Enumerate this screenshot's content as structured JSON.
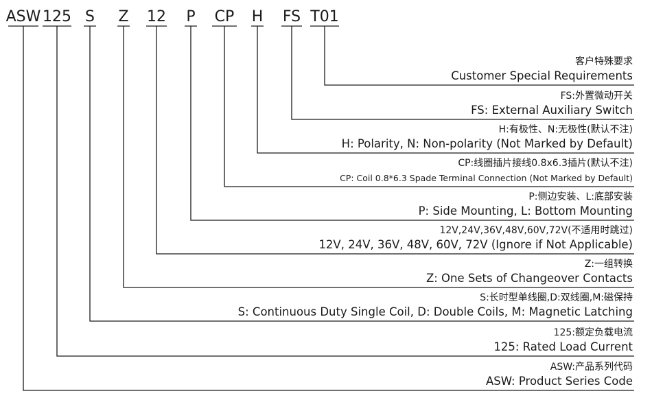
{
  "codes": [
    {
      "code": "ASW",
      "cn": "ASW:产品系列代码",
      "en": "ASW: Product Series Code"
    },
    {
      "code": "125",
      "cn": "125:额定负载电流",
      "en": "125: Rated Load Current"
    },
    {
      "code": "S",
      "cn": "S:长时型单线圈,D:双线圈,M:磁保持",
      "en": "S: Continuous Duty Single Coil, D: Double Coils, M: Magnetic Latching"
    },
    {
      "code": "Z",
      "cn": "Z:一组转换",
      "en": "Z: One Sets of Changeover Contacts"
    },
    {
      "code": "12",
      "cn": "12V,24V,36V,48V,60V,72V(不适用时跳过)",
      "en": "12V, 24V, 36V, 48V, 60V, 72V (Ignore if Not Applicable)"
    },
    {
      "code": "P",
      "cn": "P:侧边安装、L:底部安装",
      "en": "P: Side Mounting, L: Bottom Mounting"
    },
    {
      "code": "CP",
      "cn": "CP:线圈插片接线0.8x6.3插片(默认不注)",
      "en": "CP: Coil 0.8*6.3 Spade Terminal Connection (Not Marked by Default)"
    },
    {
      "code": "H",
      "cn": "H:有极性、N:无极性(默认不注)",
      "en": "H: Polarity, N: Non-polarity (Not Marked by Default)"
    },
    {
      "code": "FS",
      "cn": "FS:外置微动开关",
      "en": "FS: External Auxiliary Switch"
    },
    {
      "code": "T01",
      "cn": "客户特殊要求",
      "en": "Customer Special Requirements"
    }
  ]
}
